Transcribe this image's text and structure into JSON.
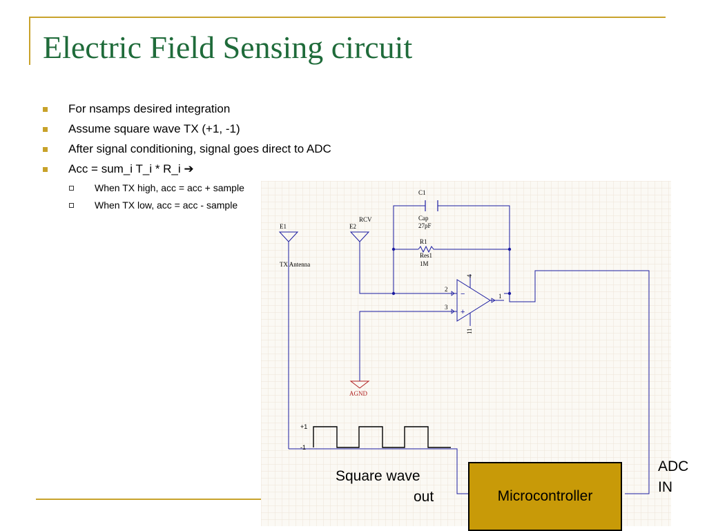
{
  "slide": {
    "title": "Electric Field Sensing circuit",
    "bullets": [
      {
        "text": "For nsamps desired integration"
      },
      {
        "text": "Assume square wave TX (+1, -1)"
      },
      {
        "text": "After signal conditioning, signal goes direct to ADC"
      },
      {
        "text": "Acc = sum_i T_i * R_i ➔"
      }
    ],
    "sub_bullets": [
      {
        "text": "When TX high, acc = acc + sample"
      },
      {
        "text": "When TX low, acc = acc - sample"
      }
    ]
  },
  "schematic": {
    "e1_ref": "E1",
    "e1_name": "TX Antenna",
    "e2_ref": "E2",
    "e2_name": "RCV",
    "c1_ref": "C1",
    "c1_type": "Cap",
    "c1_value": "27pF",
    "r1_ref": "R1",
    "r1_type": "Res1",
    "r1_value": "1M",
    "pin_2": "2",
    "pin_3": "3",
    "pin_4": "4",
    "pin_11": "11",
    "pin_1": "1",
    "minus_sign": "−",
    "plus_sign": "+",
    "gnd_label": "AGND",
    "wave_high": "+1",
    "wave_low": "-1",
    "colors": {
      "wire": "#1a1aa0",
      "ground": "#b02020",
      "grid": "#ece4d6"
    }
  },
  "labels": {
    "square_wave_line1": "Square wave",
    "square_wave_line2": "out",
    "adc_line1": "ADC",
    "adc_line2": "IN",
    "microcontroller": "Microcontroller"
  }
}
